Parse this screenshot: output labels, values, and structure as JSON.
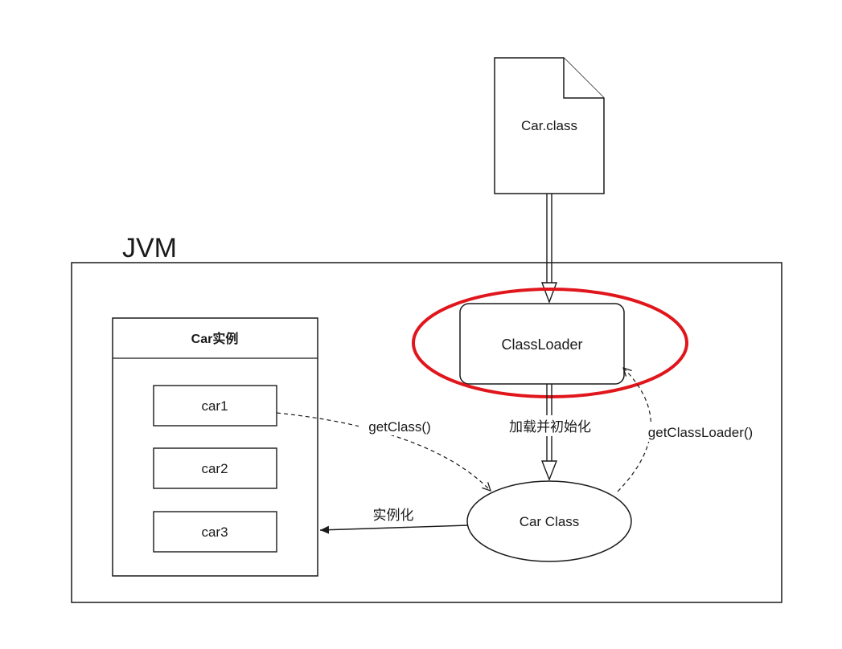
{
  "file": {
    "label": "Car.class"
  },
  "jvm": {
    "label": "JVM"
  },
  "classloader": {
    "label": "ClassLoader",
    "highlight_color": "#e0161c"
  },
  "instances": {
    "header": "Car实例",
    "items": [
      {
        "label": "car1"
      },
      {
        "label": "car2"
      },
      {
        "label": "car3"
      }
    ]
  },
  "car_class": {
    "label": "Car Class"
  },
  "edges": {
    "load_init": "加载并初始化",
    "get_class": "getClass()",
    "get_class_loader": "getClassLoader()",
    "instantiate": "实例化"
  }
}
